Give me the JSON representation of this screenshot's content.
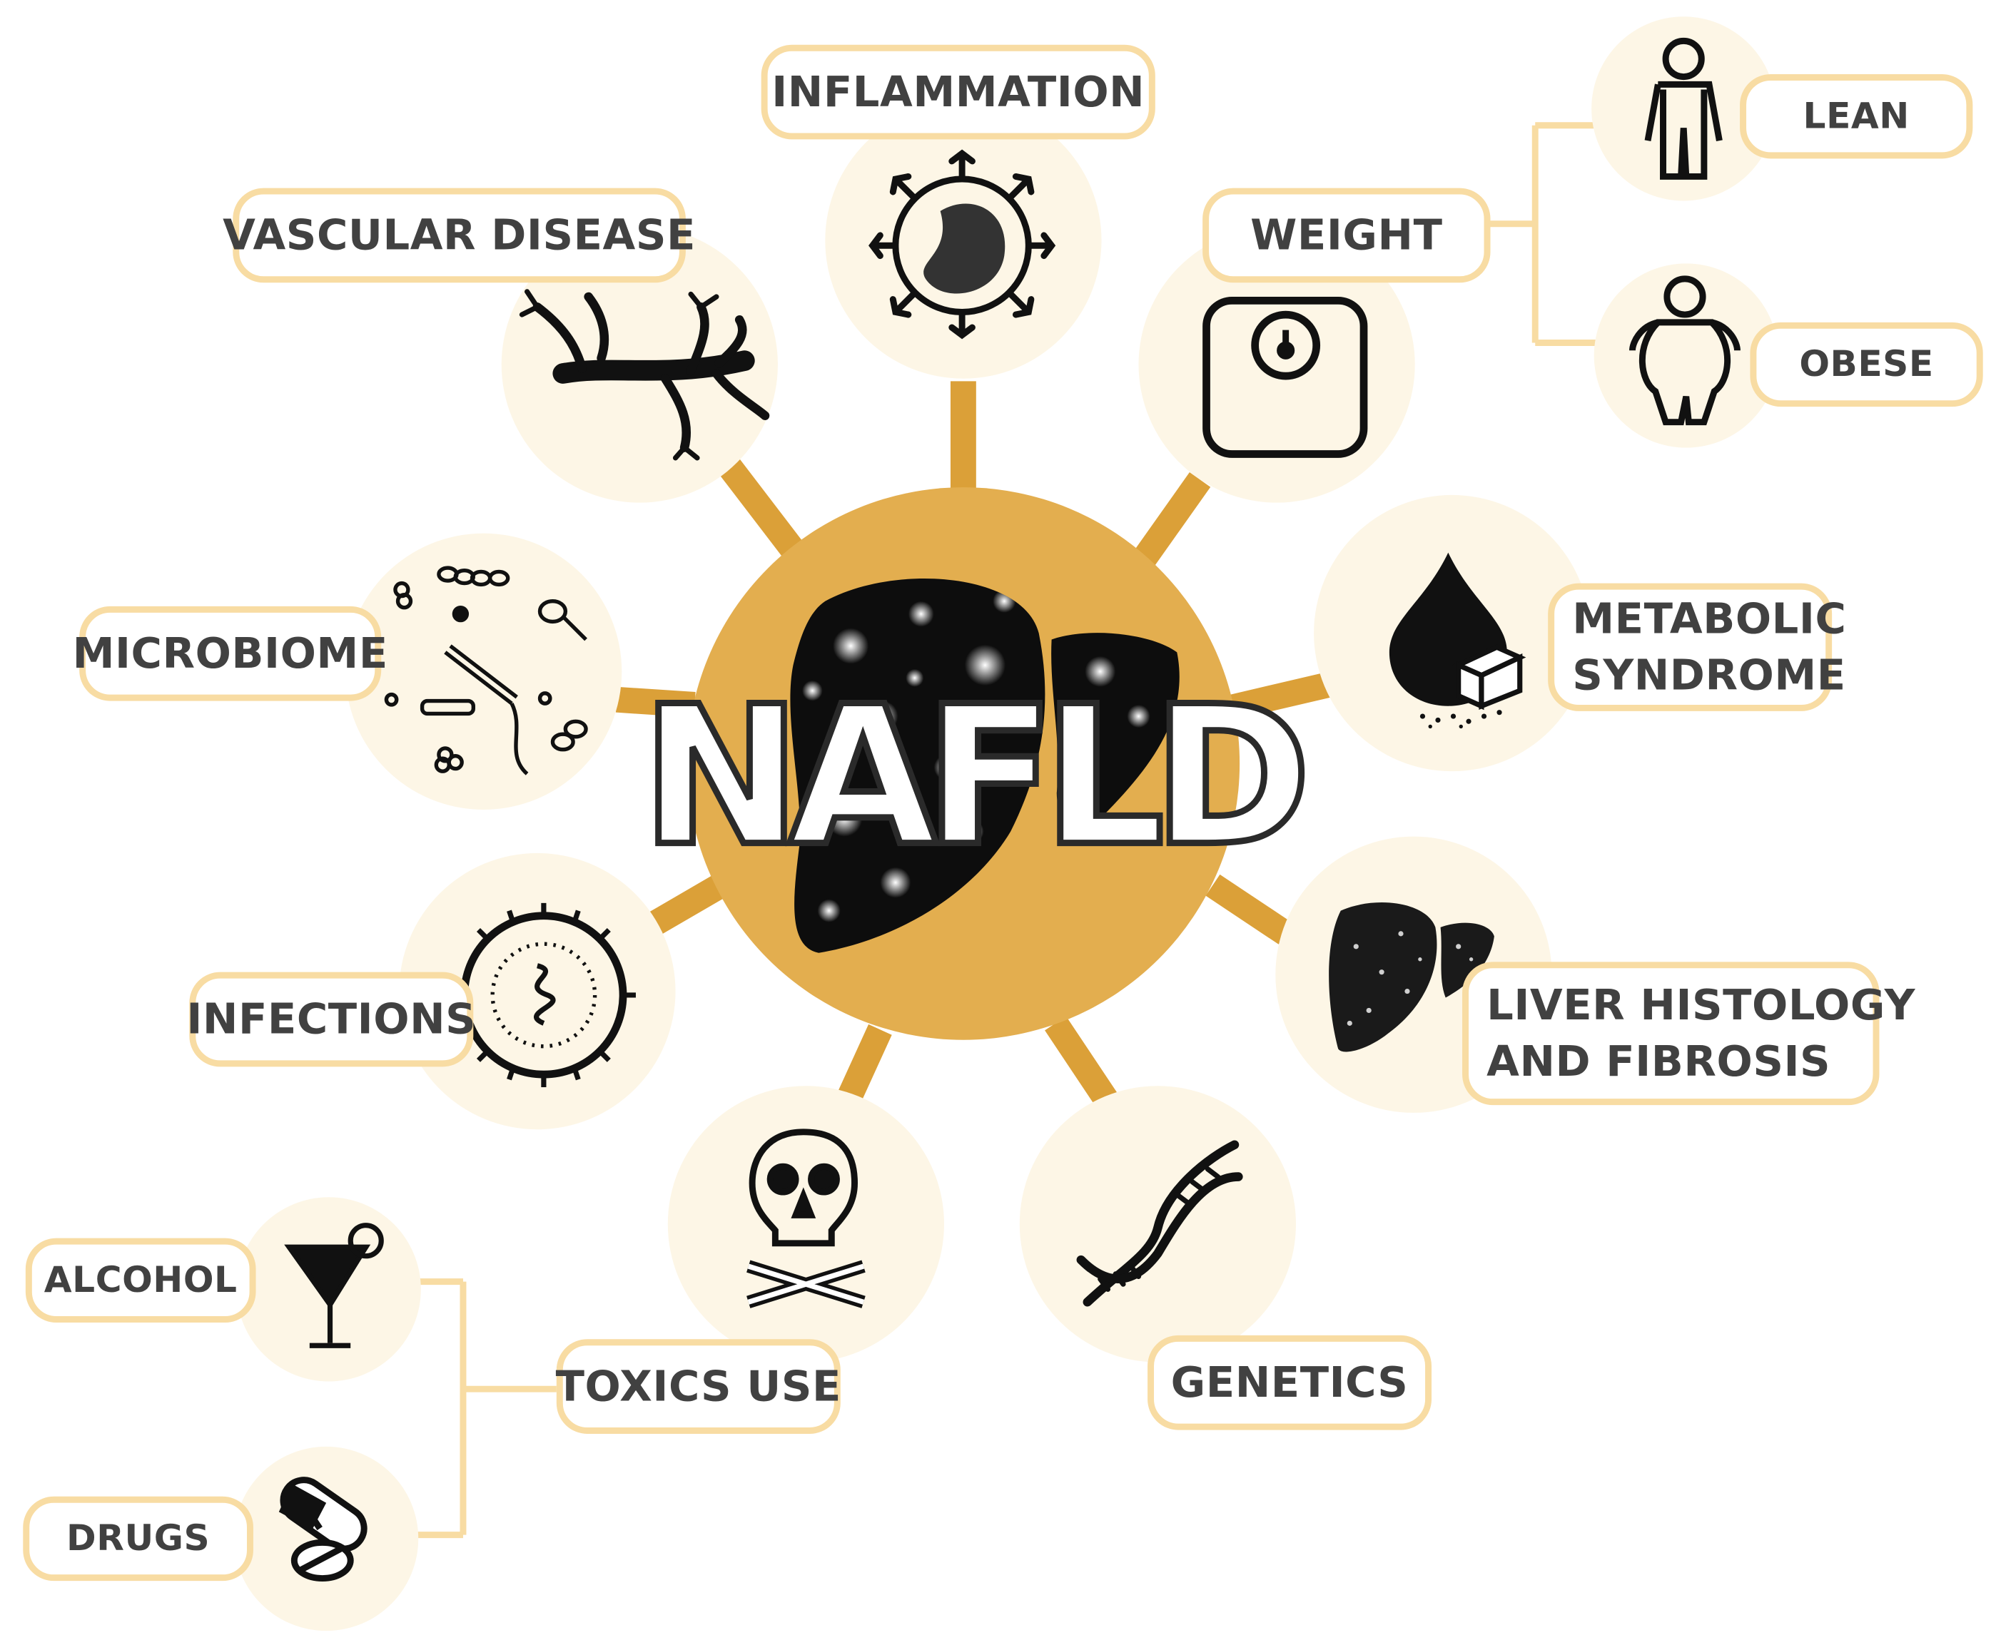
{
  "center": {
    "title": "NAFLD"
  },
  "factors": [
    {
      "id": "inflammation",
      "label": "INFLAMMATION",
      "icon": "macrophage-cell-icon"
    },
    {
      "id": "weight",
      "label": "WEIGHT",
      "icon": "scale-icon"
    },
    {
      "id": "metabolic",
      "label_lines": [
        "METABOLIC",
        "SYNDROME"
      ],
      "icon": "oil-drop-sugar-cube-icon"
    },
    {
      "id": "liver-histology",
      "label_lines": [
        "LIVER HISTOLOGY",
        "AND FIBROSIS"
      ],
      "icon": "liver-icon"
    },
    {
      "id": "genetics",
      "label": "GENETICS",
      "icon": "dna-icon"
    },
    {
      "id": "toxics",
      "label": "TOXICS USE",
      "icon": "skull-crossbones-icon"
    },
    {
      "id": "infections",
      "label": "INFECTIONS",
      "icon": "virus-icon"
    },
    {
      "id": "microbiome",
      "label": "MICROBIOME",
      "icon": "bacteria-icon"
    },
    {
      "id": "vascular",
      "label": "VASCULAR DISEASE",
      "icon": "blood-vessel-icon"
    }
  ],
  "weight_branches": [
    {
      "label": "LEAN",
      "icon": "lean-person-icon"
    },
    {
      "label": "OBESE",
      "icon": "obese-person-icon"
    }
  ],
  "toxics_branches": [
    {
      "label": "ALCOHOL",
      "icon": "cocktail-glass-icon"
    },
    {
      "label": "DRUGS",
      "icon": "pills-icon"
    }
  ],
  "colors": {
    "hub": "#e3ae4f",
    "spoke": "#dba038",
    "node": "#fdf6e6",
    "label_border": "#f8dca3",
    "text": "#414141"
  }
}
